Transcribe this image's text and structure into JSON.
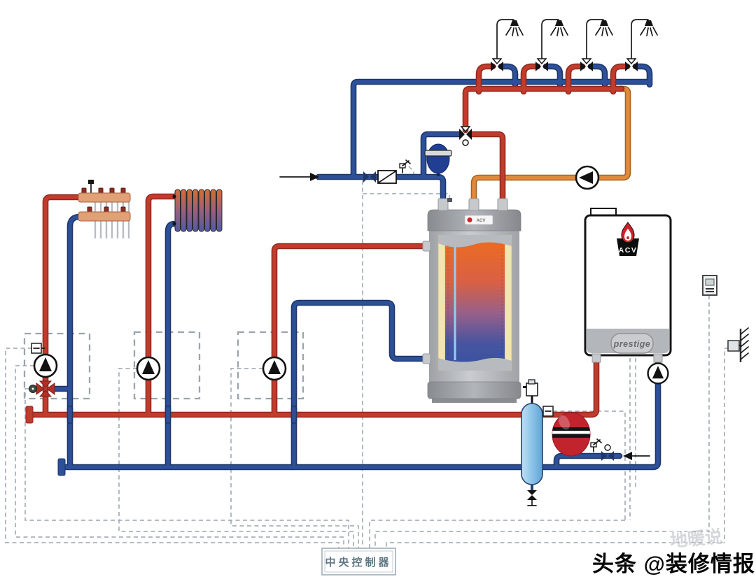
{
  "labels": {
    "controller": "中央控制器",
    "watermark": "头条 @装修情报",
    "watermark_faint": "地暖说",
    "boiler_brand": "ACV",
    "boiler_model": "prestige",
    "tank_brand": "ACV"
  },
  "colors": {
    "pipe_hot": "#c23b2c",
    "pipe_hot_dark": "#8f2a1f",
    "pipe_cold": "#2d5099",
    "pipe_cold_dark": "#1d3568",
    "pipe_mix": "#e18a3e",
    "pipe_mix_dark": "#a5621d",
    "dashed": "#9aa4ad",
    "controller_text": "#5d7683",
    "watermark_ink": "#060606",
    "tank_shell": "#b6b9bd",
    "insulation": "#f3e5b2",
    "separator_light": "#aed6f0",
    "vessel_red": "#c2242e",
    "vessel_blue": "#203f93",
    "manifold": "#e2a077",
    "boiler_panel": "#b3b6ba"
  },
  "components": [
    "shower-mixing-valve-1",
    "shower-mixing-valve-2",
    "shower-mixing-valve-3",
    "shower-mixing-valve-4",
    "thermostatic-mixing-valve",
    "dhw-recirculation-pump",
    "cold-water-inlet-arrow",
    "shutoff-valve",
    "check-valve",
    "safety-relief-valve",
    "dhw-expansion-vessel",
    "dhw-storage-tank",
    "floor-heating-manifold",
    "panel-radiator",
    "circulation-pump-1",
    "circulation-pump-2",
    "circulation-pump-3",
    "four-way-mixing-valve",
    "supply-header",
    "return-header",
    "hydraulic-separator",
    "air-vent",
    "drain-valve",
    "heating-expansion-vessel",
    "fill-valve",
    "wall-hung-boiler",
    "boiler-pump",
    "room-thermostat",
    "outdoor-sensor",
    "central-controller"
  ]
}
